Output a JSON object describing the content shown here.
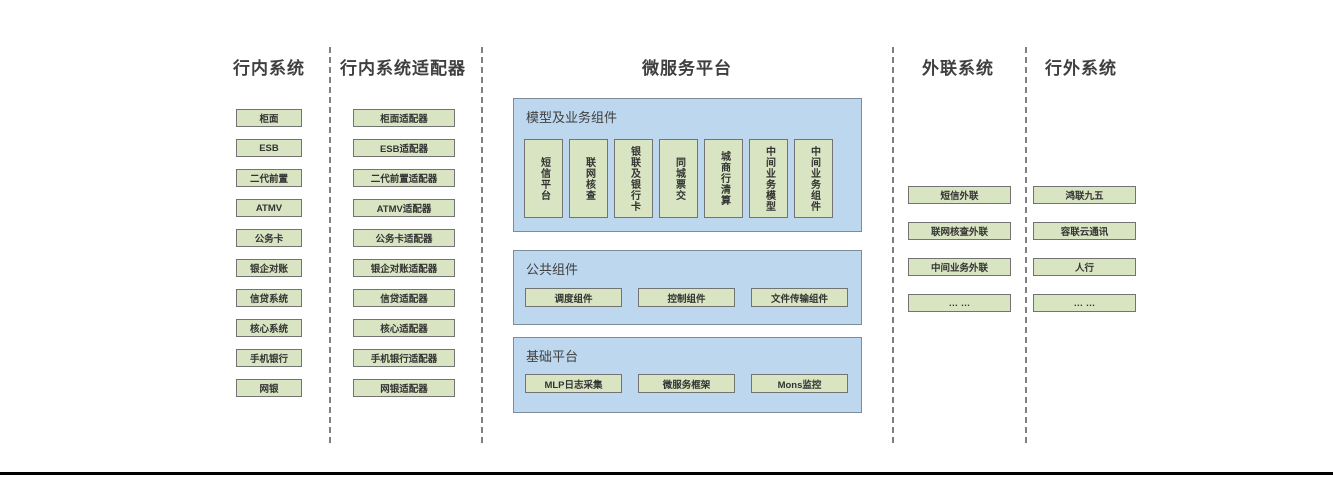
{
  "diagram": {
    "colors": {
      "box_green_fill": "#d9e5c2",
      "box_green_border": "#737373",
      "panel_blue_fill": "#bdd7ee",
      "panel_blue_border": "#7f8b99",
      "heading_text": "#3f3f3f",
      "divider_gray": "#7f7f7f",
      "bottom_rule": "#000000"
    },
    "columns": [
      {
        "title": "行内系统",
        "items": [
          "柜面",
          "ESB",
          "二代前置",
          "ATMV",
          "公务卡",
          "银企对账",
          "信贷系统",
          "核心系统",
          "手机银行",
          "网银"
        ]
      },
      {
        "title": "行内系统适配器",
        "items": [
          "柜面适配器",
          "ESB适配器",
          "二代前置适配器",
          "ATMV适配器",
          "公务卡适配器",
          "银企对账适配器",
          "信贷适配器",
          "核心适配器",
          "手机银行适配器",
          "网银适配器"
        ]
      },
      {
        "title": "微服务平台",
        "groups": [
          {
            "title": "模型及业务组件",
            "items": [
              "短信平台",
              "联网核查",
              "银联及银行卡",
              "同城票交",
              "城商行清算",
              "中间业务模型",
              "中间业务组件"
            ]
          },
          {
            "title": "公共组件",
            "items": [
              "调度组件",
              "控制组件",
              "文件传输组件"
            ]
          },
          {
            "title": "基础平台",
            "items": [
              "MLP日志采集",
              "微服务框架",
              "Mons监控"
            ]
          }
        ]
      },
      {
        "title": "外联系统",
        "items": [
          "短信外联",
          "联网核查外联",
          "中间业务外联",
          "… …"
        ]
      },
      {
        "title": "行外系统",
        "items": [
          "鸿联九五",
          "容联云通讯",
          "人行",
          "… …"
        ]
      }
    ]
  }
}
